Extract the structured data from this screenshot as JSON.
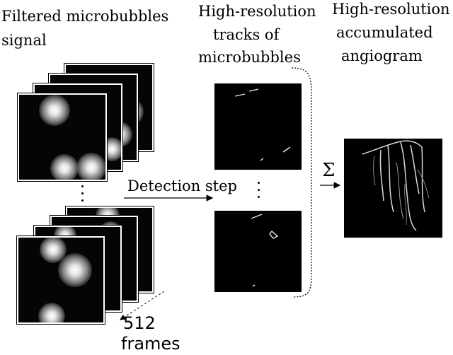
{
  "labels": {
    "filtered_line1": "Filtered microbubbles",
    "filtered_line2": "signal",
    "tracks_line1": "High-resolution",
    "tracks_line2": "tracks of",
    "tracks_line3": "microbubbles",
    "angio_line1": "High-resolution",
    "angio_line2": "accumulated",
    "angio_line3": "angiogram",
    "detection": "Detection step",
    "sum_symbol": "Σ",
    "frames_count": "512",
    "frames_word": "frames"
  }
}
